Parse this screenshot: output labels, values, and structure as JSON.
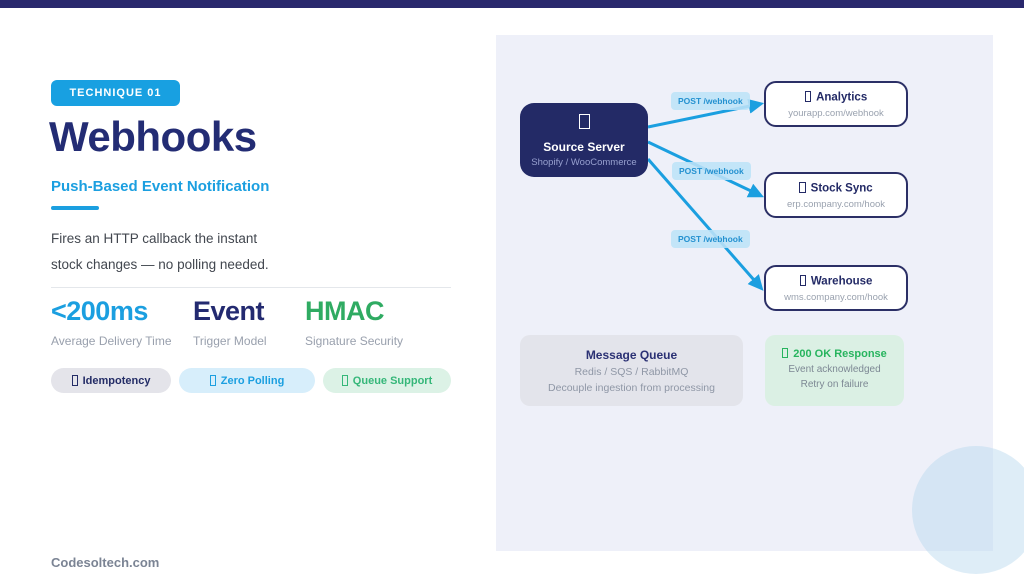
{
  "slide": {
    "badge": "TECHNIQUE 01",
    "title": "Webhooks",
    "subtitle": "Push-Based Event Notification",
    "description_line1": "Fires an HTTP callback the instant",
    "description_line2": "stock changes — no polling needed.",
    "footer": "Codesoltech.com"
  },
  "stats": [
    {
      "value": "<200ms",
      "label": "Average Delivery Time",
      "color": "#1b9fe0"
    },
    {
      "value": "Event",
      "label": "Trigger Model",
      "color": "#232a70"
    },
    {
      "value": "HMAC",
      "label": "Signature Security",
      "color": "#2fab62"
    }
  ],
  "tags": [
    {
      "label": "Idempotency"
    },
    {
      "label": "Zero Polling"
    },
    {
      "label": "Queue Support"
    }
  ],
  "diagram": {
    "source": {
      "title": "Source Server",
      "subtitle": "Shopify / WooCommerce"
    },
    "arrow_label": "POST /webhook",
    "endpoints": [
      {
        "title": "Analytics",
        "url": "yourapp.com/webhook"
      },
      {
        "title": "Stock Sync",
        "url": "erp.company.com/hook"
      },
      {
        "title": "Warehouse",
        "url": "wms.company.com/hook"
      }
    ],
    "queue": {
      "title": "Message Queue",
      "line1": "Redis / SQS / RabbitMQ",
      "line2": "Decouple ingestion from processing"
    },
    "response": {
      "title": "200 OK Response",
      "line1": "Event acknowledged",
      "line2": "Retry on failure"
    }
  },
  "colors": {
    "topbar": "#29286d",
    "accent_blue": "#1b9fe0",
    "navy": "#232c74",
    "green": "#2fab62",
    "panel_bg": "#eef0f9",
    "arrow": "#1b9fe0"
  }
}
